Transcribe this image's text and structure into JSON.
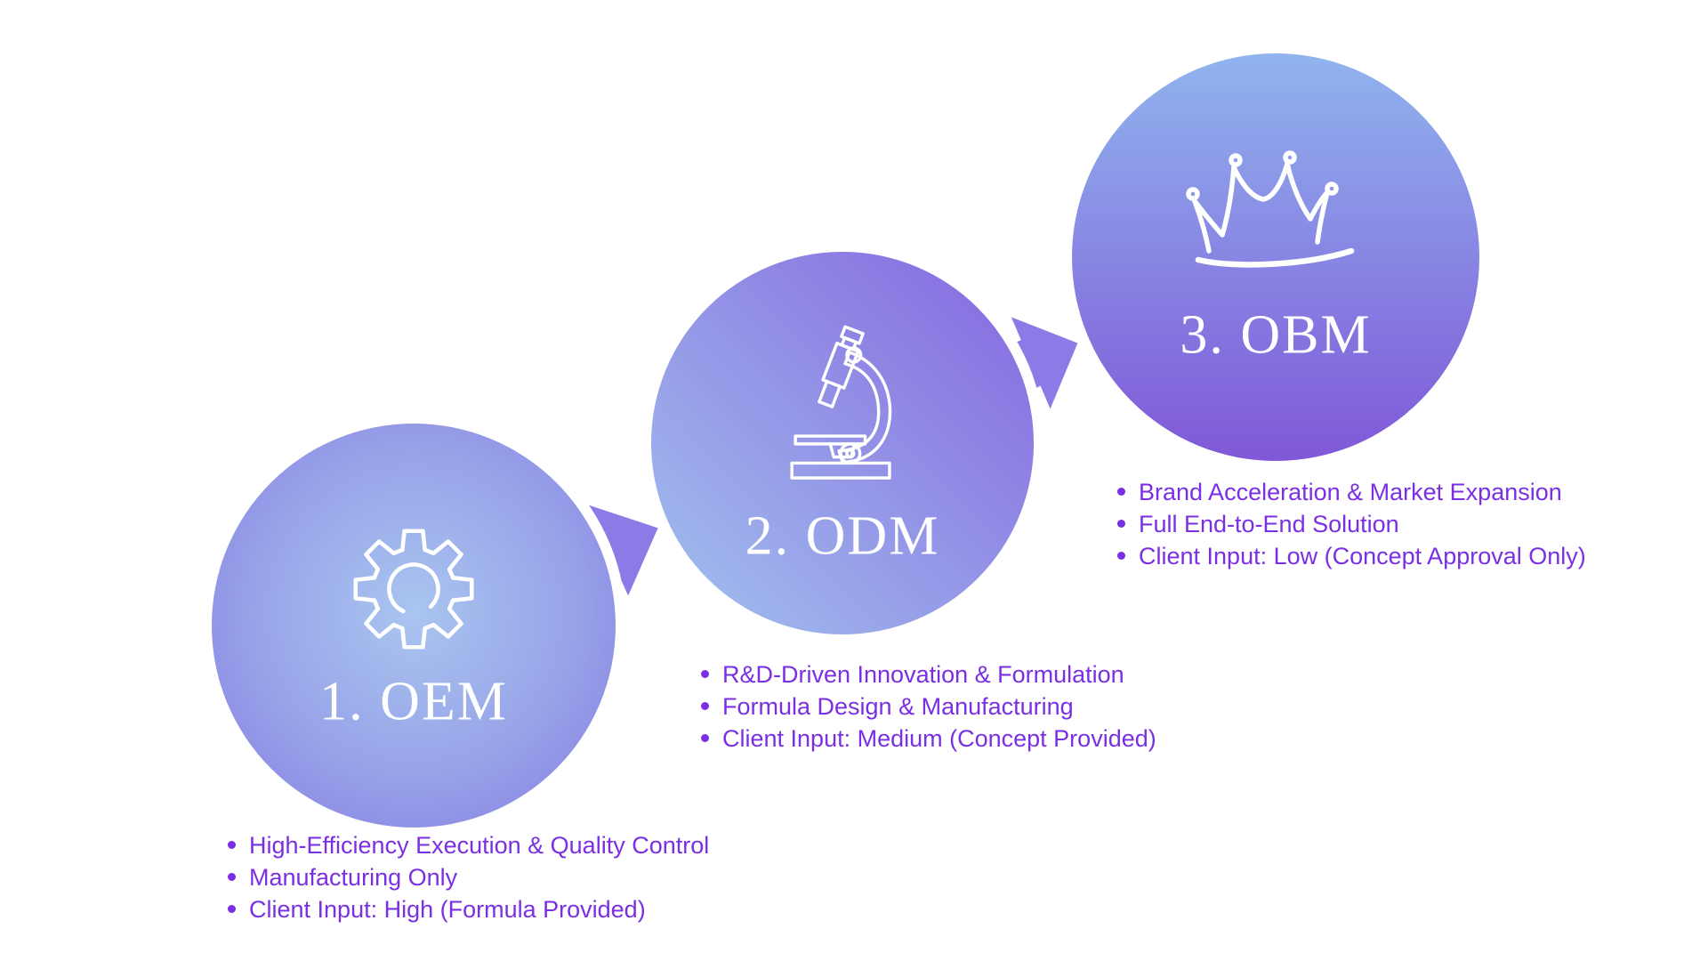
{
  "title": "OEM to ODM to OBM progression diagram",
  "palette": {
    "background": "#FFFFFF",
    "bullet_text": "#7B2FE3",
    "arrow": "#8C7BE6",
    "label_text": "#FFFFFF",
    "circle1_gradient": [
      "#A9C5F0",
      "#8677E2"
    ],
    "circle2_gradient": [
      "#A2C2EE",
      "#8566DF"
    ],
    "circle3_gradient": [
      "#90B4EE",
      "#8058D8"
    ]
  },
  "stages": [
    {
      "label": "1. OEM",
      "icon": "gear-icon",
      "bullets": [
        "High-Efficiency Execution & Quality Control",
        "Manufacturing Only",
        "Client Input: High (Formula Provided)"
      ]
    },
    {
      "label": "2. ODM",
      "icon": "microscope-icon",
      "bullets": [
        "R&D-Driven Innovation & Formulation",
        "Formula Design & Manufacturing",
        "Client Input: Medium (Concept Provided)"
      ]
    },
    {
      "label": "3. OBM",
      "icon": "crown-icon",
      "bullets": [
        "Brand Acceleration & Market Expansion",
        "Full End-to-End Solution",
        "Client Input: Low (Concept Approval Only)"
      ]
    }
  ]
}
